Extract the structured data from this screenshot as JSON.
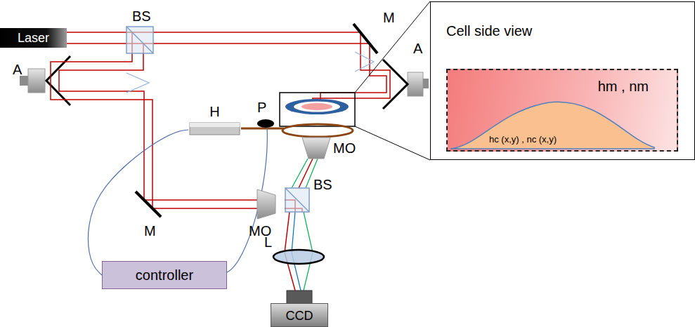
{
  "diagram": {
    "nodes": [
      {
        "text": [
          "Laser"
        ]
      },
      {
        "text": [
          "H"
        ]
      },
      {
        "text": [
          "controller"
        ]
      },
      {
        "text": [
          "CCD"
        ]
      },
      {
        "text": [
          "Cell side view"
        ]
      },
      {
        "text": [
          "hm , nm"
        ],
        "in": 4
      },
      {
        "text": [
          "hc (x,y) , nc (x,y)"
        ],
        "in": 5
      }
    ],
    "edges": [
      {
        "from": 2,
        "to": 1,
        "arrow": "none"
      }
    ],
    "labels": [
      "BS",
      "M",
      "A",
      "A",
      "P",
      "MO",
      "BS",
      "MO",
      "M",
      "L"
    ]
  }
}
